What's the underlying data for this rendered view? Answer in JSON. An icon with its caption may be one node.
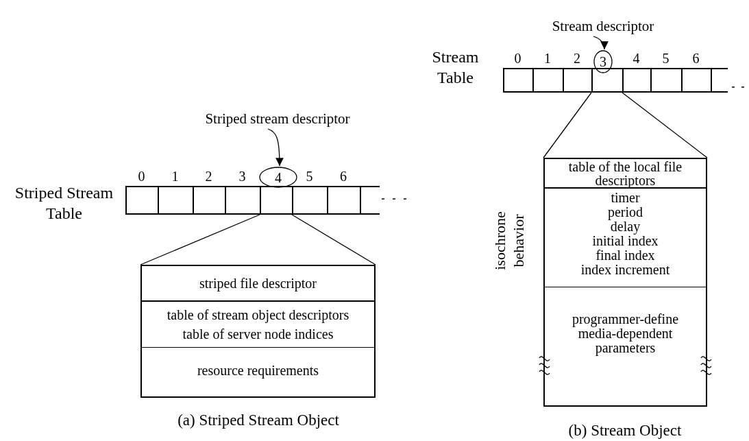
{
  "diagram": {
    "nodes": [
      {
        "text": [
          "Striped stream descriptor"
        ]
      },
      {
        "text": [
          "4"
        ]
      },
      {
        "text": [],
        "shape": "box",
        "beside": [
          "0"
        ]
      },
      {
        "text": [],
        "shape": "box",
        "beside": [
          "1"
        ]
      },
      {
        "text": [],
        "shape": "box",
        "beside": [
          "2"
        ]
      },
      {
        "text": [],
        "shape": "box",
        "beside": [
          "3"
        ]
      },
      {
        "text": [],
        "shape": "box"
      },
      {
        "text": [],
        "shape": "box",
        "beside": [
          "5"
        ]
      },
      {
        "text": [],
        "shape": "box",
        "beside": [
          "6"
        ]
      },
      {
        "text": [],
        "shape": "box"
      },
      {
        "text": [],
        "shape": "box"
      },
      {
        "text": [
          "striped file descriptor"
        ],
        "in": 10
      },
      {
        "text": [
          "table of stream object descriptors",
          "table of server node indices"
        ],
        "in": 10
      },
      {
        "text": [
          "resource requirements"
        ],
        "in": 10
      },
      {
        "text": [
          "Stream descriptor"
        ]
      },
      {
        "text": [
          "3"
        ]
      },
      {
        "text": [],
        "shape": "box",
        "beside": [
          "0"
        ]
      },
      {
        "text": [],
        "shape": "box",
        "beside": [
          "1"
        ]
      },
      {
        "text": [],
        "shape": "box",
        "beside": [
          "2"
        ]
      },
      {
        "text": [],
        "shape": "box"
      },
      {
        "text": [],
        "shape": "box",
        "beside": [
          "4"
        ]
      },
      {
        "text": [],
        "shape": "box",
        "beside": [
          "5"
        ]
      },
      {
        "text": [],
        "shape": "box",
        "beside": [
          "6"
        ]
      },
      {
        "text": [],
        "shape": "box"
      },
      {
        "text": [],
        "shape": "box"
      },
      {
        "text": [
          "table of the local file descriptors"
        ],
        "in": 24
      },
      {
        "text": [
          "timer",
          "period",
          "delay",
          "initial index",
          "final index",
          "index increment"
        ],
        "in": 24,
        "beside": [
          "isochrone behavior"
        ]
      },
      {
        "text": [
          "programmer-define media-dependent parameters"
        ],
        "in": 24
      }
    ],
    "edges": [
      {
        "from": 0,
        "to": 1,
        "arrow": "to"
      },
      {
        "from": 6,
        "to": 10,
        "arrow": "none"
      },
      {
        "from": 6,
        "to": 10,
        "arrow": "none"
      },
      {
        "from": 14,
        "to": 15,
        "arrow": "to"
      },
      {
        "from": 19,
        "to": 24,
        "arrow": "none"
      },
      {
        "from": 19,
        "to": 24,
        "arrow": "none"
      }
    ],
    "labels": [
      "Striped Stream Table",
      "(a) Striped Stream Object",
      "Stream Table",
      "(b) Stream Object"
    ]
  }
}
